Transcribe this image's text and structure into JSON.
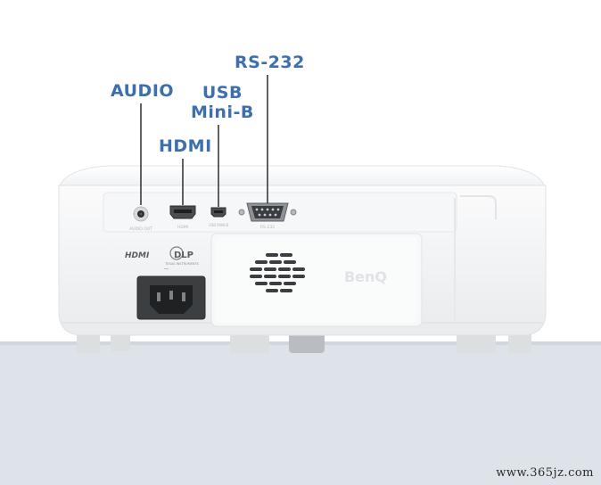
{
  "labels": {
    "audio": "AUDIO",
    "hdmi": "HDMI",
    "usb_line1": "USB",
    "usb_line2": "Mini-B",
    "rs232": "RS-232"
  },
  "device": {
    "brand": "BenQ",
    "port_texts": {
      "audio": "AUDIO OUT",
      "hdmi": "HDMI",
      "usb": "USB MINI-B",
      "rs232": "RS-232"
    },
    "logos": {
      "hdmi": "HDMI",
      "dlp": "DLP",
      "dlp_sub": "TEXAS INSTRUMENTS"
    }
  },
  "watermark": "www.365jz.com",
  "colors": {
    "label": "#3d6fae",
    "floor": "#dde3e8",
    "body": "#f4f5f6"
  }
}
